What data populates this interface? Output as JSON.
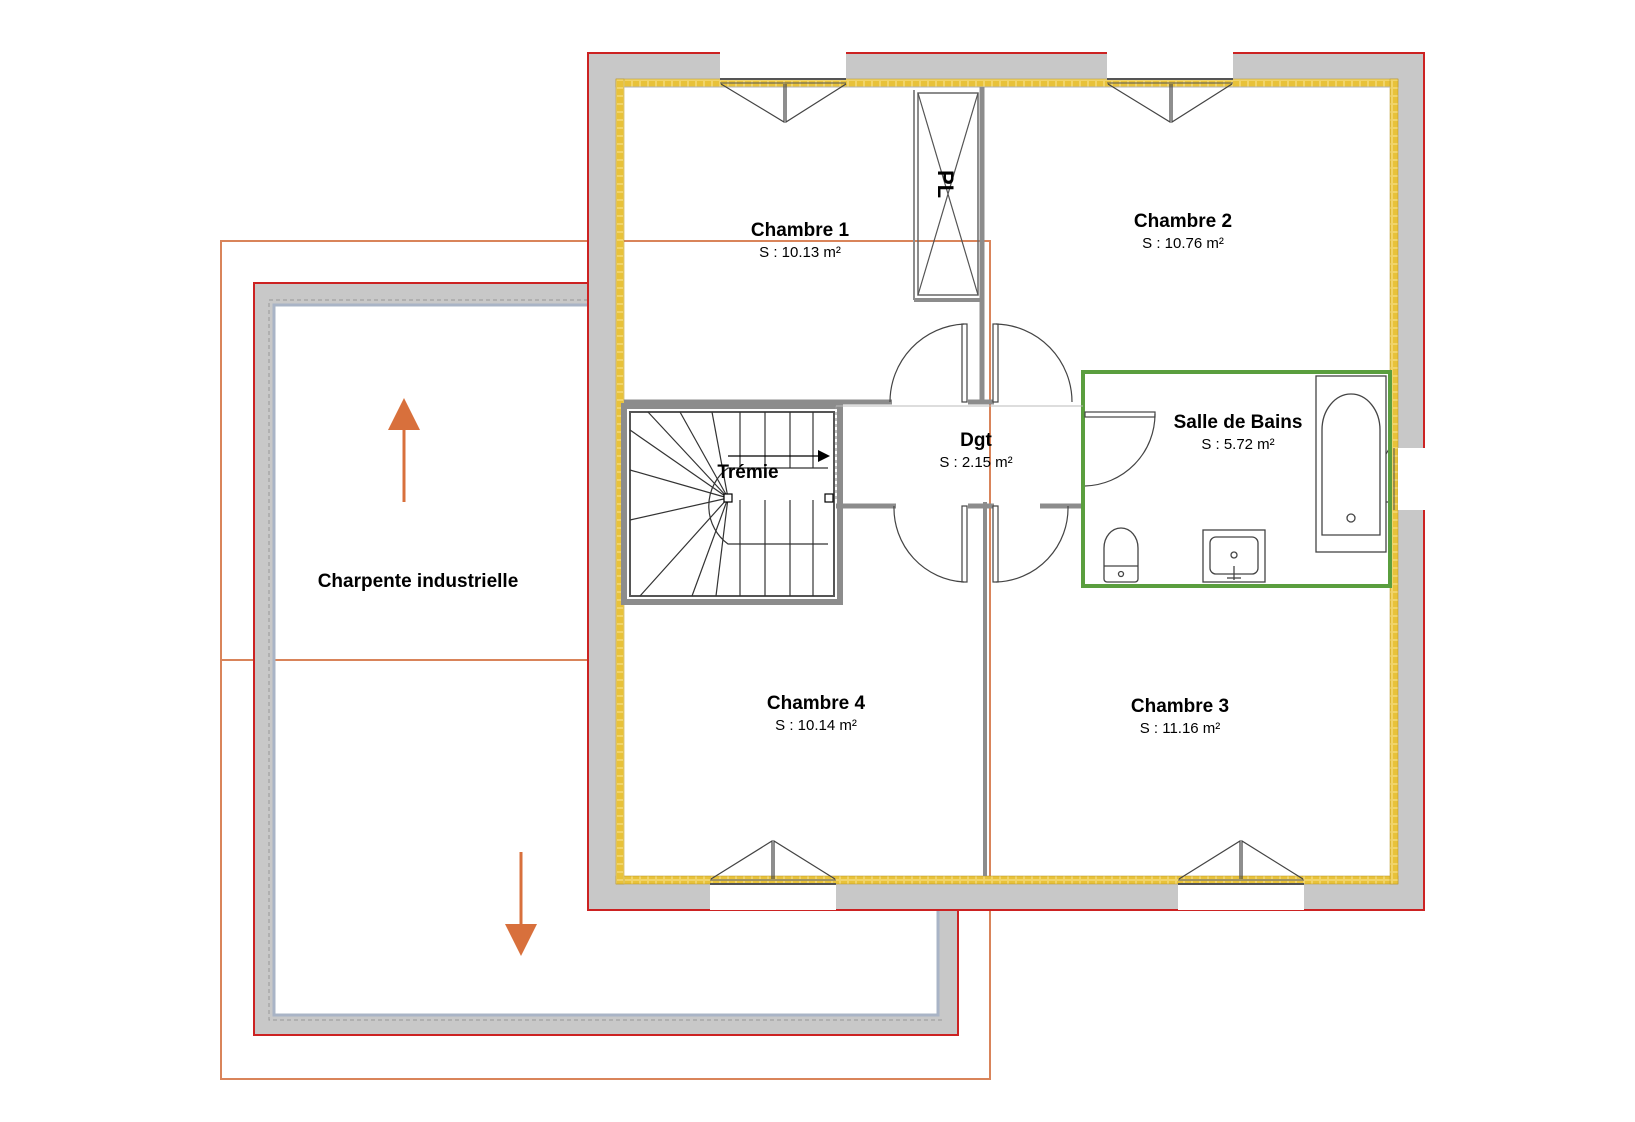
{
  "rooms": {
    "chambre1": {
      "name": "Chambre 1",
      "area": "S : 10.13 m²"
    },
    "chambre2": {
      "name": "Chambre 2",
      "area": "S : 10.76 m²"
    },
    "chambre3": {
      "name": "Chambre 3",
      "area": "S : 11.16 m²"
    },
    "chambre4": {
      "name": "Chambre 4",
      "area": "S : 10.14 m²"
    },
    "dgt": {
      "name": "Dgt",
      "area": "S : 2.15 m²"
    },
    "sdb": {
      "name": "Salle de Bains",
      "area": "S : 5.72 m²"
    },
    "tremie": {
      "name": "Trémie"
    }
  },
  "labels": {
    "placard": "PL",
    "charpente": "Charpente industrielle"
  },
  "colors": {
    "exterior_line": "#cc2222",
    "wall_fill": "#c8c8c8",
    "insulation": "#e8c23a",
    "roof_outline": "#d9845a",
    "roof_arrow": "#d8703c",
    "bathroom_outline": "#5a9e3e",
    "interior_wall": "#8c8c8c"
  }
}
